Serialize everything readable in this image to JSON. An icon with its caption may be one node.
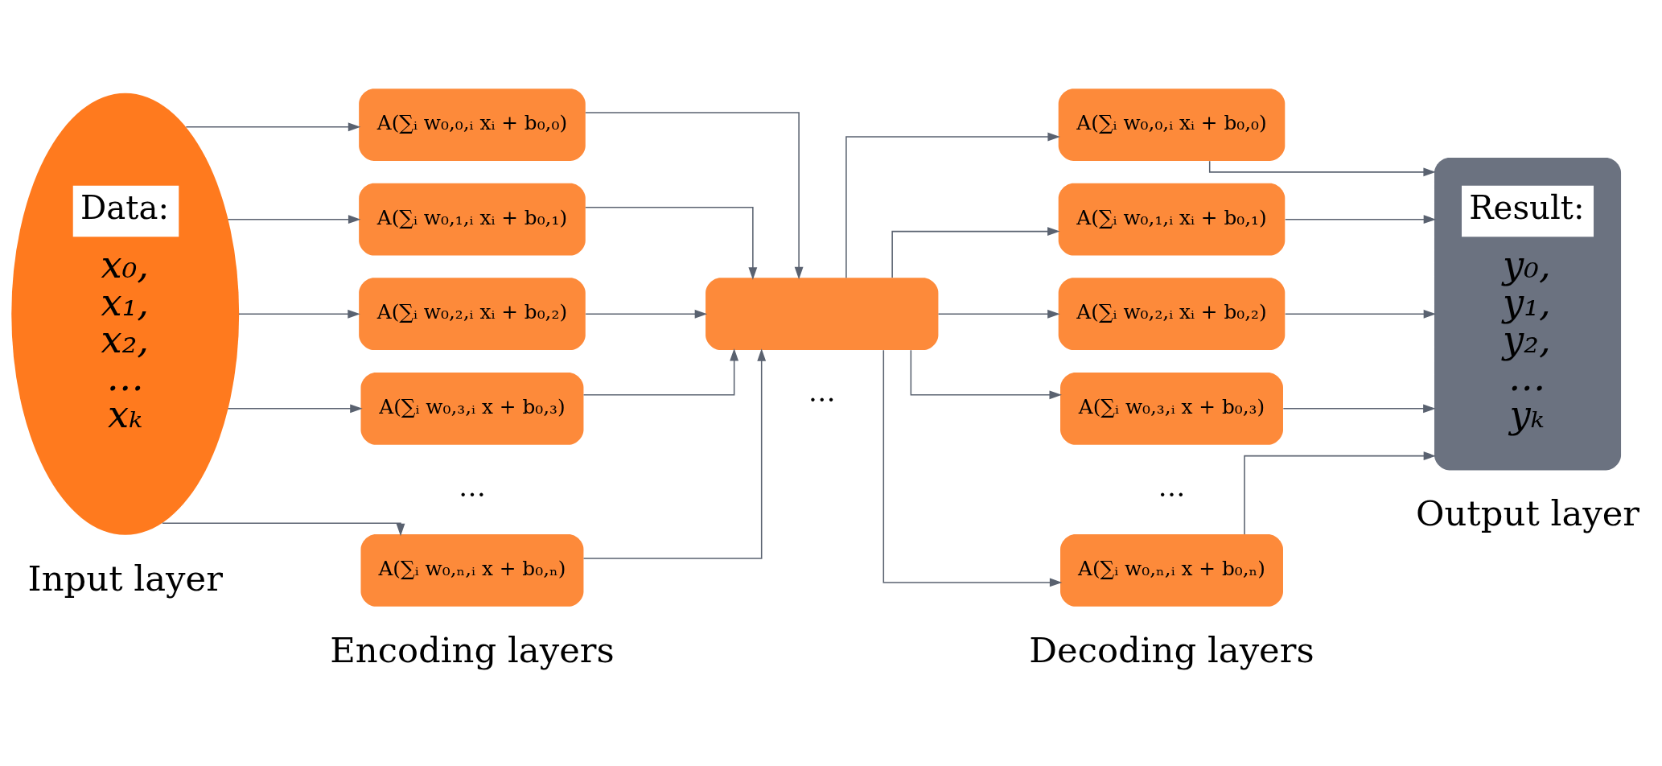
{
  "diagram": {
    "nodes": [
      {
        "text": [
          "Data:",
          "x₀, x₁, x₂, … xₖ"
        ]
      },
      {
        "text": [
          "A(∑ᵢ w₀,₀,ᵢ xᵢ + b₀,₀)"
        ]
      },
      {
        "text": [
          "A(∑ᵢ w₀,₁,ᵢ xᵢ + b₀,₁)"
        ]
      },
      {
        "text": [
          "A(∑ᵢ w₀,₂,ᵢ xᵢ + b₀,₂)"
        ]
      },
      {
        "text": [
          "A(∑ᵢ w₀,₃,ᵢ x + b₀,₃)"
        ]
      },
      {
        "text": [
          "A(∑ᵢ w₀,ₙ,ᵢ x + b₀,ₙ)"
        ]
      },
      {
        "text": [],
        "shape": "box"
      },
      {
        "text": [
          "A(∑ᵢ w₀,₀,ᵢ xᵢ + b₀,₀)"
        ]
      },
      {
        "text": [
          "A(∑ᵢ w₀,₁,ᵢ xᵢ + b₀,₁)"
        ]
      },
      {
        "text": [
          "A(∑ᵢ w₀,₂,ᵢ xᵢ + b₀,₂)"
        ]
      },
      {
        "text": [
          "A(∑ᵢ w₀,₃,ᵢ x + b₀,₃)"
        ]
      },
      {
        "text": [
          "A(∑ᵢ w₀,ₙ,ᵢ x + b₀,ₙ)"
        ]
      },
      {
        "text": [
          "Result:",
          "y₀, y₁, y₂, … yₖ"
        ]
      }
    ],
    "edges": [
      {
        "from": 0,
        "to": 1,
        "arrow": "to"
      },
      {
        "from": 0,
        "to": 2,
        "arrow": "to"
      },
      {
        "from": 0,
        "to": 3,
        "arrow": "to"
      },
      {
        "from": 0,
        "to": 4,
        "arrow": "to"
      },
      {
        "from": 0,
        "to": 5,
        "arrow": "to"
      },
      {
        "from": 1,
        "to": 6,
        "arrow": "to"
      },
      {
        "from": 2,
        "to": 6,
        "arrow": "to"
      },
      {
        "from": 3,
        "to": 6,
        "arrow": "to"
      },
      {
        "from": 4,
        "to": 6,
        "arrow": "to"
      },
      {
        "from": 5,
        "to": 6,
        "arrow": "to"
      },
      {
        "from": 6,
        "to": 7,
        "arrow": "to"
      },
      {
        "from": 6,
        "to": 8,
        "arrow": "to"
      },
      {
        "from": 6,
        "to": 9,
        "arrow": "to"
      },
      {
        "from": 6,
        "to": 10,
        "arrow": "to"
      },
      {
        "from": 6,
        "to": 11,
        "arrow": "to"
      },
      {
        "from": 7,
        "to": 12,
        "arrow": "to"
      },
      {
        "from": 8,
        "to": 12,
        "arrow": "to"
      },
      {
        "from": 9,
        "to": 12,
        "arrow": "to"
      },
      {
        "from": 10,
        "to": 12,
        "arrow": "to"
      },
      {
        "from": 11,
        "to": 12,
        "arrow": "to"
      }
    ],
    "labels": [
      "…",
      "…",
      "…",
      "Input layer",
      "Encoding layers",
      "Decoding layers",
      "Output layer"
    ]
  }
}
